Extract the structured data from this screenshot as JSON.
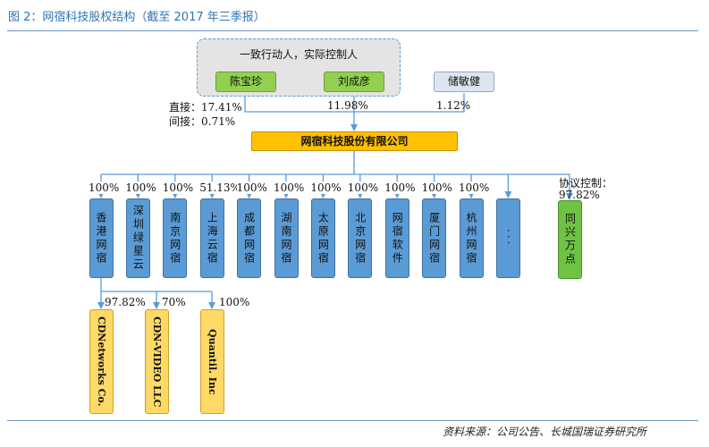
{
  "figure": {
    "title": "图 2：网宿科技股权结构（截至 2017 年三季报）",
    "source": "资料来源：公司公告、长城国瑞证券研究所"
  },
  "group": {
    "label": "一致行动人，实际控制人",
    "persons": [
      "陈宝珍",
      "刘成彦"
    ]
  },
  "other_holder": "储敏健",
  "stakes": {
    "direct": "直接：17.41%",
    "indirect": "间接：0.71%",
    "liu": "11.98%",
    "chu": "1.12%"
  },
  "company": "网宿科技股份有限公司",
  "subsidiaries": [
    {
      "name": "香港网宿",
      "pct": "100%"
    },
    {
      "name": "深圳绿星云",
      "pct": "100%"
    },
    {
      "name": "南京网宿",
      "pct": "100%"
    },
    {
      "name": "上海云宿",
      "pct": "51.13%"
    },
    {
      "name": "成都网宿",
      "pct": "100%"
    },
    {
      "name": "湖南网宿",
      "pct": "100%"
    },
    {
      "name": "太原网宿",
      "pct": "100%"
    },
    {
      "name": "北京网宿",
      "pct": "100%"
    },
    {
      "name": "网宿软件",
      "pct": "100%"
    },
    {
      "name": "厦门网宿",
      "pct": "100%"
    },
    {
      "name": "杭州网宿",
      "pct": "100%"
    },
    {
      "name": "···",
      "pct": ""
    }
  ],
  "wanxing": {
    "name": "同兴万点",
    "label_line1": "协议控制：",
    "label_line2": "97.82%"
  },
  "hk_subsidiaries": [
    {
      "name": "CDNetworks Co.",
      "pct": "97.82%"
    },
    {
      "name": "CDN-VIDEO LLC",
      "pct": "70%"
    },
    {
      "name": "Quantil. Inc",
      "pct": "100%"
    }
  ],
  "colors": {
    "line": "#5b9bd5",
    "subsidiary": "#5b9bd5",
    "company": "#ffc000",
    "person": "#92d050",
    "wanxing": "#70c244",
    "hk_subsidiary": "#ffd966",
    "title": "#2e74b5"
  }
}
